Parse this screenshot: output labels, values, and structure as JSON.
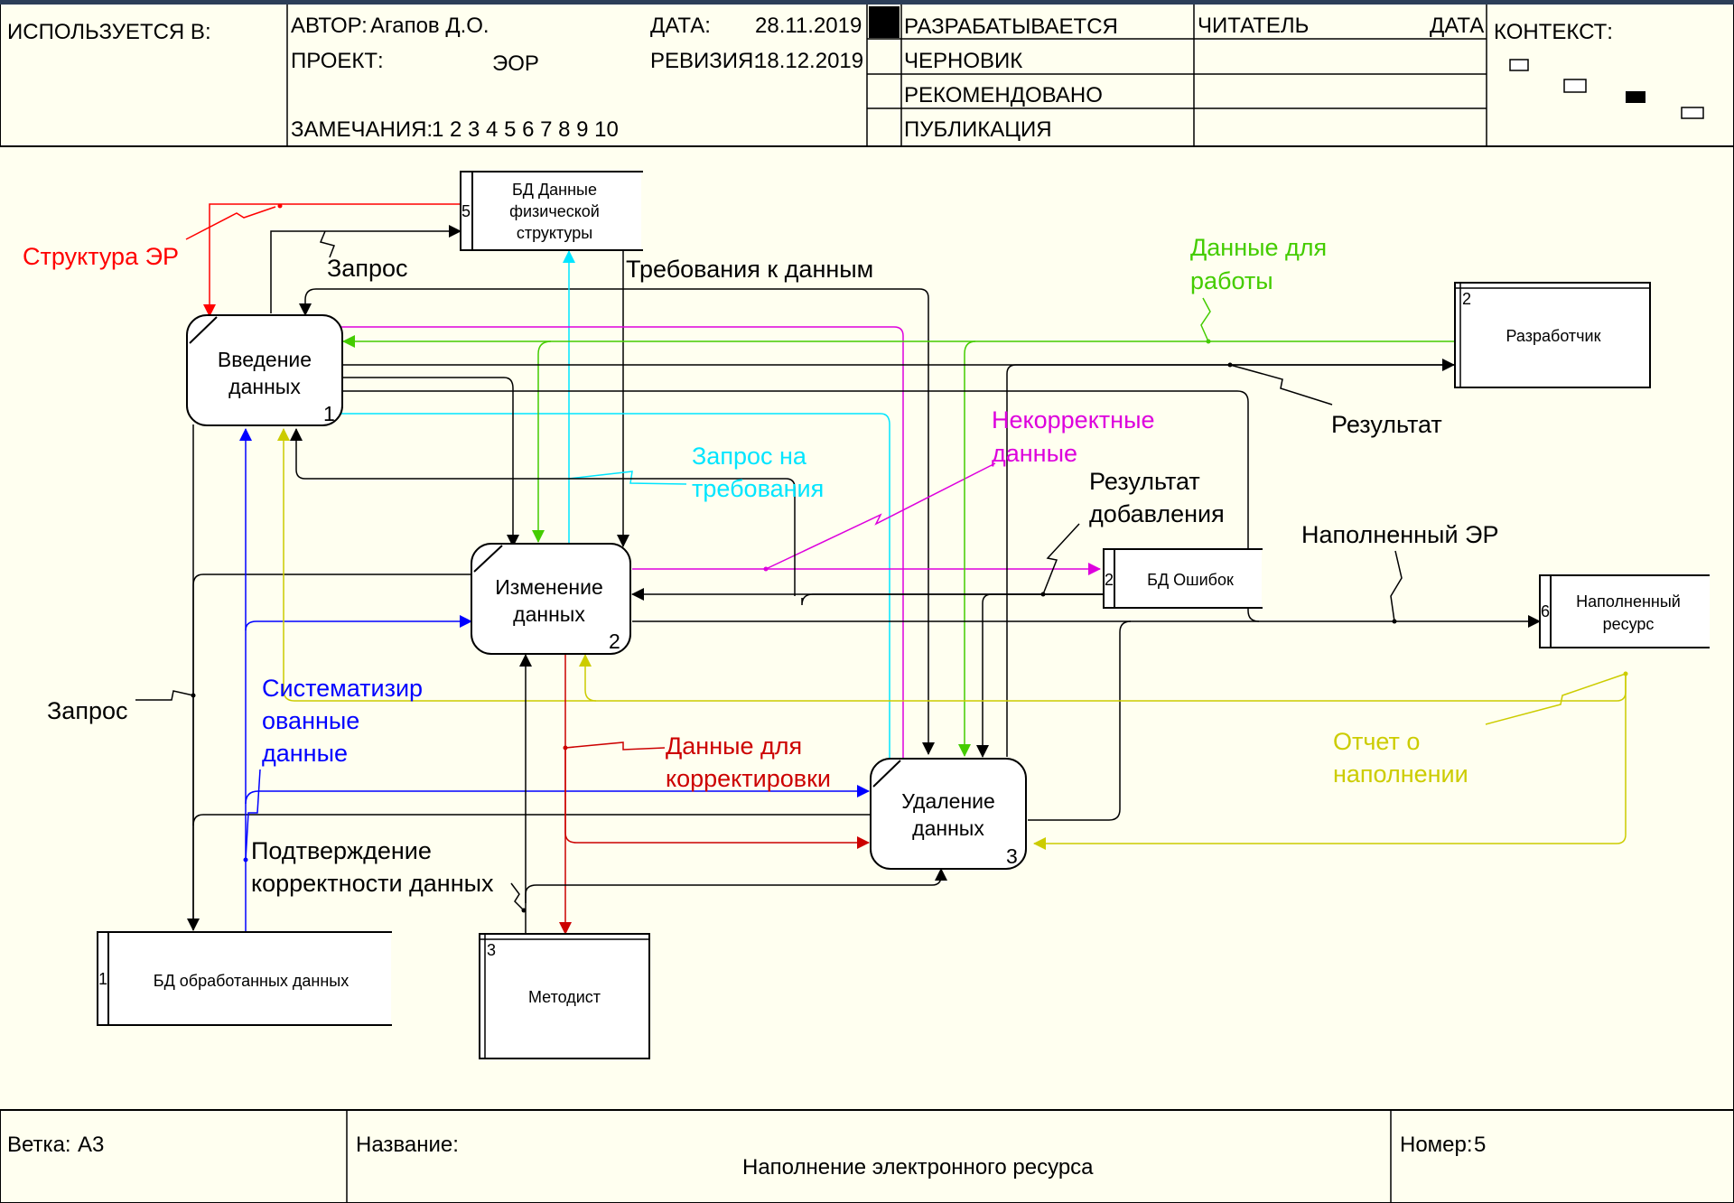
{
  "header": {
    "used_in": "ИСПОЛЬЗУЕТСЯ В:",
    "author_label": "АВТОР:",
    "author": "Агапов Д.О.",
    "project_label": "ПРОЕКТ:",
    "project": "ЭОР",
    "date_label": "ДАТА:",
    "date": "28.11.2019",
    "revision_label": "РЕВИЗИЯ:",
    "revision": "18.12.2019",
    "notes_label": "ЗАМЕЧАНИЯ:",
    "notes": "1 2 3 4 5 6 7 8 9 10",
    "status": [
      "РАЗРАБАТЫВАЕТСЯ",
      "ЧЕРНОВИК",
      "РЕКОМЕНДОВАНО",
      "ПУБЛИКАЦИЯ"
    ],
    "reader": "ЧИТАТЕЛЬ",
    "reader_date": "ДАТА",
    "context": "КОНТЕКСТ:"
  },
  "footer": {
    "branch_label": "Ветка:",
    "branch": "А3",
    "name_label": "Название:",
    "name": "Наполнение электронного ресурса",
    "number_label": "Номер:",
    "number": "5"
  },
  "processes": [
    {
      "num": "1",
      "line1": "Введение",
      "line2": "данных"
    },
    {
      "num": "2",
      "line1": "Изменение",
      "line2": "данных"
    },
    {
      "num": "3",
      "line1": "Удаление",
      "line2": "данных"
    }
  ],
  "stores": {
    "physical": {
      "num": "5",
      "line1": "БД Данные",
      "line2": "физической",
      "line3": "структуры"
    },
    "processed": {
      "num": "1",
      "label": "БД обработанных данных"
    },
    "errors": {
      "num": "2",
      "label": "БД Ошибок"
    },
    "filled": {
      "num": "6",
      "line1": "Наполненный",
      "line2": "ресурс"
    }
  },
  "entities": {
    "developer": {
      "num": "2",
      "label": "Разработчик"
    },
    "methodist": {
      "num": "3",
      "label": "Методист"
    }
  },
  "labels": {
    "struct_er": "Структура ЭР",
    "request1": "Запрос",
    "requirements": "Требования к данным",
    "work_data1": "Данные для",
    "work_data2": "работы",
    "result": "Результат",
    "incorrect1": "Некорректные",
    "incorrect2": "данные",
    "req_request1": "Запрос на",
    "req_request2": "требования",
    "add_result1": "Результат",
    "add_result2": "добавления",
    "filled_er": "Наполненный ЭР",
    "request2": "Запрос",
    "systematized1": "Систематизир",
    "systematized2": "ованные",
    "systematized3": "данные",
    "correction1": "Данные для",
    "correction2": "корректировки",
    "report1": "Отчет о",
    "report2": "наполнении",
    "confirm1": "Подтверждение",
    "confirm2": "корректности данных"
  },
  "colors": {
    "red": "#ff0000",
    "darkred": "#cc0000",
    "cyan": "#00e5ff",
    "green": "#44cc00",
    "magenta": "#dd00dd",
    "blue": "#0000ff",
    "yellow": "#cccc00",
    "black": "#000000"
  }
}
